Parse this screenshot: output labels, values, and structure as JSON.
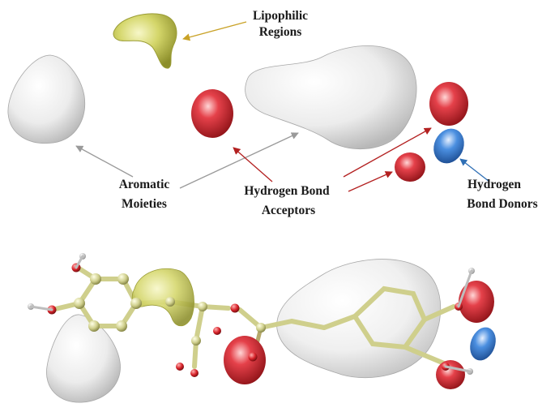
{
  "labels": {
    "lipophilic_line1": "Lipophilic",
    "lipophilic_line2": "Regions",
    "aromatic_line1": "Aromatic",
    "aromatic_line2": "Moieties",
    "acceptor_line1": "Hydrogen Bond",
    "acceptor_line2": "Acceptors",
    "donor_line1": "Hydrogen",
    "donor_line2": "Bond Donors"
  },
  "colors": {
    "lipophilic": "#cfd160",
    "aromatic": "#e6e6e6",
    "acceptor": "#d8232a",
    "donor": "#3f86d8",
    "carbon": "#cfcf8c",
    "oxygen": "#d8232a",
    "hydrogen": "#e8e8e8",
    "arrow_yellow": "#c9a227",
    "arrow_gray": "#9a9a9a",
    "arrow_red": "#b32020",
    "arrow_blue": "#2f6fb5"
  }
}
